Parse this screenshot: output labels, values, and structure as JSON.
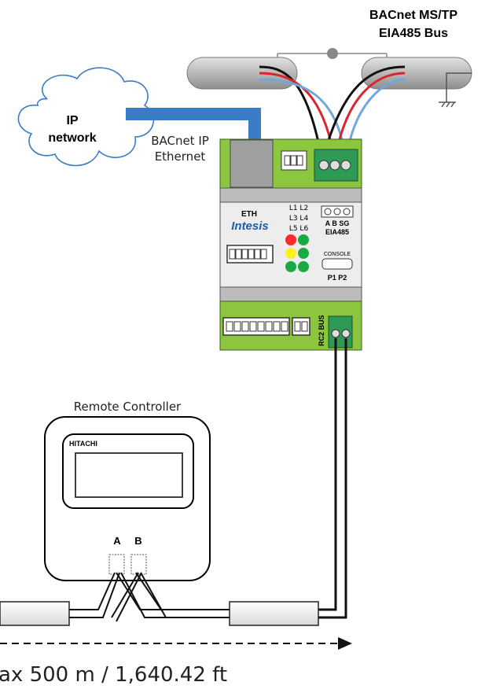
{
  "bus": {
    "title_line1": "BACnet MS/TP",
    "title_line2": "EIA485 Bus"
  },
  "cloud": {
    "line1": "IP",
    "line2": "network"
  },
  "eth_link": {
    "line1": "BACnet IP",
    "line2": "Ethernet"
  },
  "gateway": {
    "eth_label": "ETH",
    "brand": "Intesis",
    "led_labels": [
      "L1 L2",
      "L3 L4",
      "L5 L6"
    ],
    "terminal_abc": "A B SG",
    "eia485_label": "EIA485",
    "console_label": "CONSOLE",
    "p1p2_label": "P1 P2",
    "rc2_bus_label": "RC2 BUS"
  },
  "remote": {
    "title": "Remote Controller",
    "brand": "HITACHI",
    "term_a": "A",
    "term_b": "B"
  },
  "distance": {
    "label": "ax 500 m / 1,640.42 ft"
  },
  "colors": {
    "gateway_green": "#8cc63f",
    "ethernet_blue": "#3a7cc5",
    "wire_red": "#d9262c",
    "wire_blue": "#6fa8dc",
    "wire_black": "#111111",
    "cable_gray": "#b8b8b8",
    "led_red": "#ff2a2a",
    "led_yellow": "#ffee22",
    "led_green": "#1aaa44"
  }
}
